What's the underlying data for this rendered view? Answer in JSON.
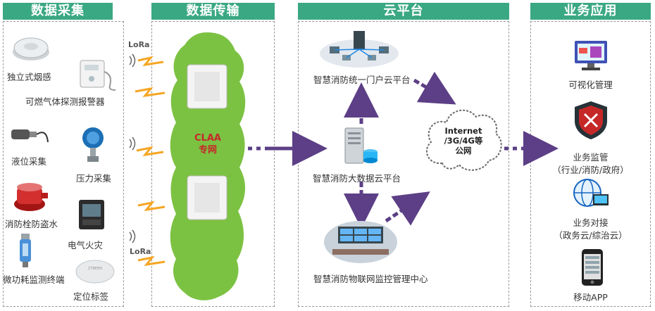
{
  "headers": {
    "collect": "数据采集",
    "transmit": "数据传输",
    "cloud": "云平台",
    "apps": "业务应用"
  },
  "collect": {
    "smoke": "独立式烟感",
    "gas": "可燃气体探测报警器",
    "level": "液位采集",
    "pressure": "压力采集",
    "hydrant": "消防栓防盗水",
    "fire": "电气火灾",
    "micro": "微功耗监测终端",
    "locator": "定位标签"
  },
  "lora": [
    "LoRa",
    "LoRa"
  ],
  "network": {
    "line1": "CLAA",
    "line2": "专网"
  },
  "cloud": {
    "portal": "智慧消防统一门户云平台",
    "bigdata": "智慧消防大数据云平台",
    "iot_center": "智慧消防物联网监控管理中心",
    "internet_line1": "Internet",
    "internet_line2": "/3G/4G等",
    "internet_line3": "公网"
  },
  "apps": {
    "visual": "可视化管理",
    "supervise": "业务监管",
    "supervise_sub": "（行业/消防/政府）",
    "dock": "业务对接",
    "dock_sub": "（政务云/综治云）",
    "mobile": "移动APP"
  },
  "colors": {
    "header": "#3aa883",
    "arrow": "#5c3f86",
    "network": "#7cc242",
    "network_text": "#c62828",
    "spark": "#f5a623"
  }
}
